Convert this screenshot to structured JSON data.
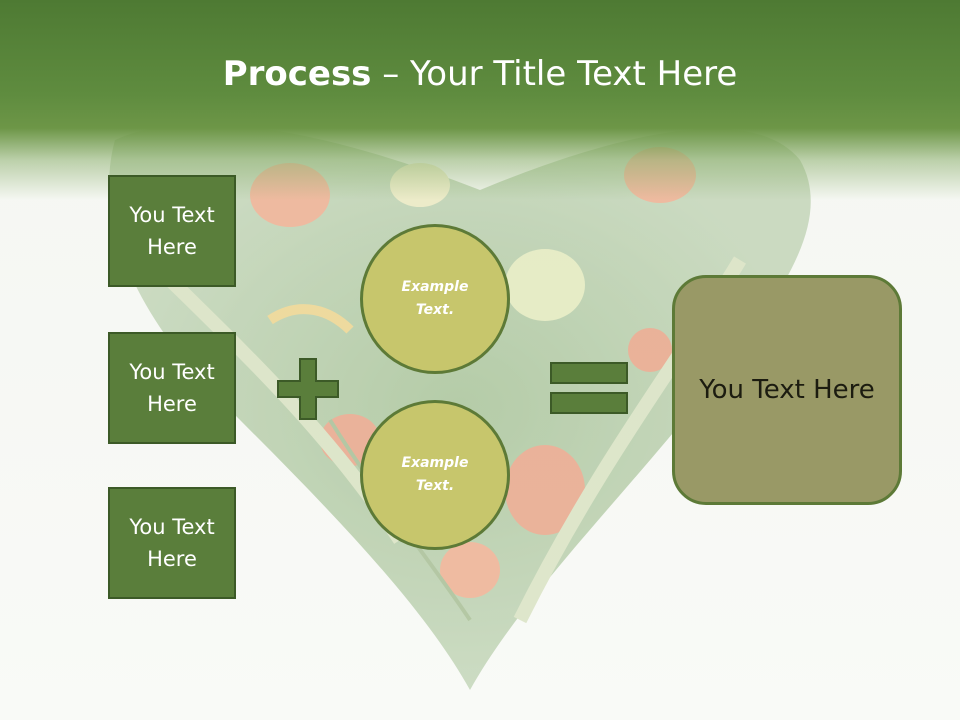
{
  "slide": {
    "title_bold": "Process",
    "title_rest": " – Your Title Text Here",
    "left_boxes": [
      {
        "label": "You Text Here"
      },
      {
        "label": "You Text Here"
      },
      {
        "label": "You Text Here"
      }
    ],
    "circles": [
      {
        "label": "Example Text."
      },
      {
        "label": "Example Text."
      }
    ],
    "result": {
      "label": "You Text Here"
    },
    "operators": [
      "plus-icon",
      "equals-icon"
    ],
    "colors": {
      "header": "#5f8c3f",
      "box_fill": "#5a7e3b",
      "circle_fill": "#c7c66c",
      "result_fill": "#999966",
      "operator": "#5a7e3b"
    }
  }
}
